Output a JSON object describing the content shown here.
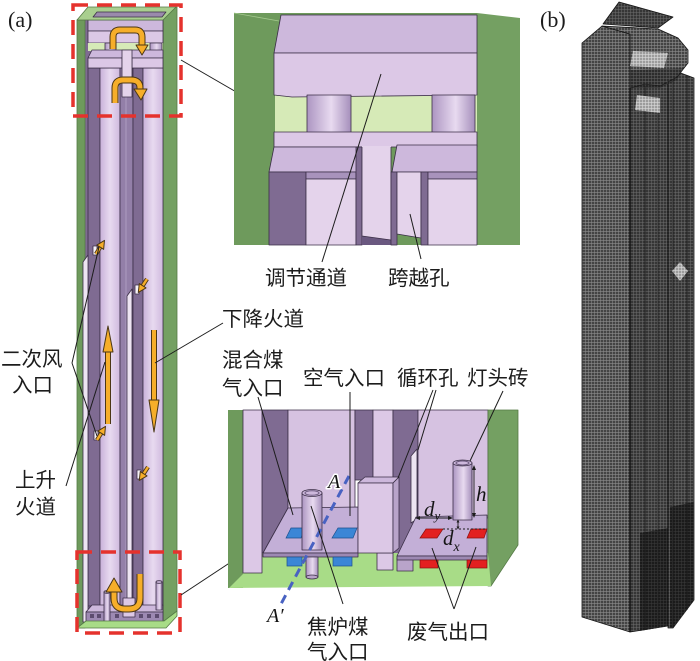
{
  "figure": {
    "panel_a": {
      "label": "(a)",
      "main_view": {
        "secondary_air_inlet": {
          "line1": "二次风",
          "line2": "入口"
        },
        "riser_flue": {
          "line1": "上升",
          "line2": "火道"
        },
        "downcomer_flue": "下降火道"
      },
      "top_detail": {
        "regulating_channel": "调节通道",
        "crossover_hole": "跨越孔"
      },
      "bottom_detail": {
        "mixed_gas_inlet": {
          "line1": "混合煤",
          "line2": "气入口"
        },
        "air_inlet": "空气入口",
        "circulation_hole": "循环孔",
        "burner_brick": "灯头砖",
        "coke_oven_gas_inlet": {
          "line1": "焦炉煤",
          "line2": "气入口"
        },
        "waste_gas_outlet": "废气出口",
        "section_line": {
          "start": "A",
          "end": "A′"
        },
        "dimensions": {
          "burner_height": "h",
          "spacing_y": {
            "symbol": "d",
            "subscript": "y"
          },
          "spacing_x": {
            "symbol": "d",
            "subscript": "x"
          }
        }
      }
    },
    "panel_b": {
      "label": "(b)"
    }
  },
  "colors": {
    "refractory-wall": "#6e9a5c",
    "flue-lavender": "#dcc8e6",
    "flue-shadow": "#7f6b92",
    "flow-arrow": "#f6ae2a",
    "detail-box": "#e5322d",
    "gas-inlet": "#3b86d6",
    "waste-gas-outlet": "#e32020",
    "section-line": "#4862c2",
    "mesh": "#444444"
  }
}
